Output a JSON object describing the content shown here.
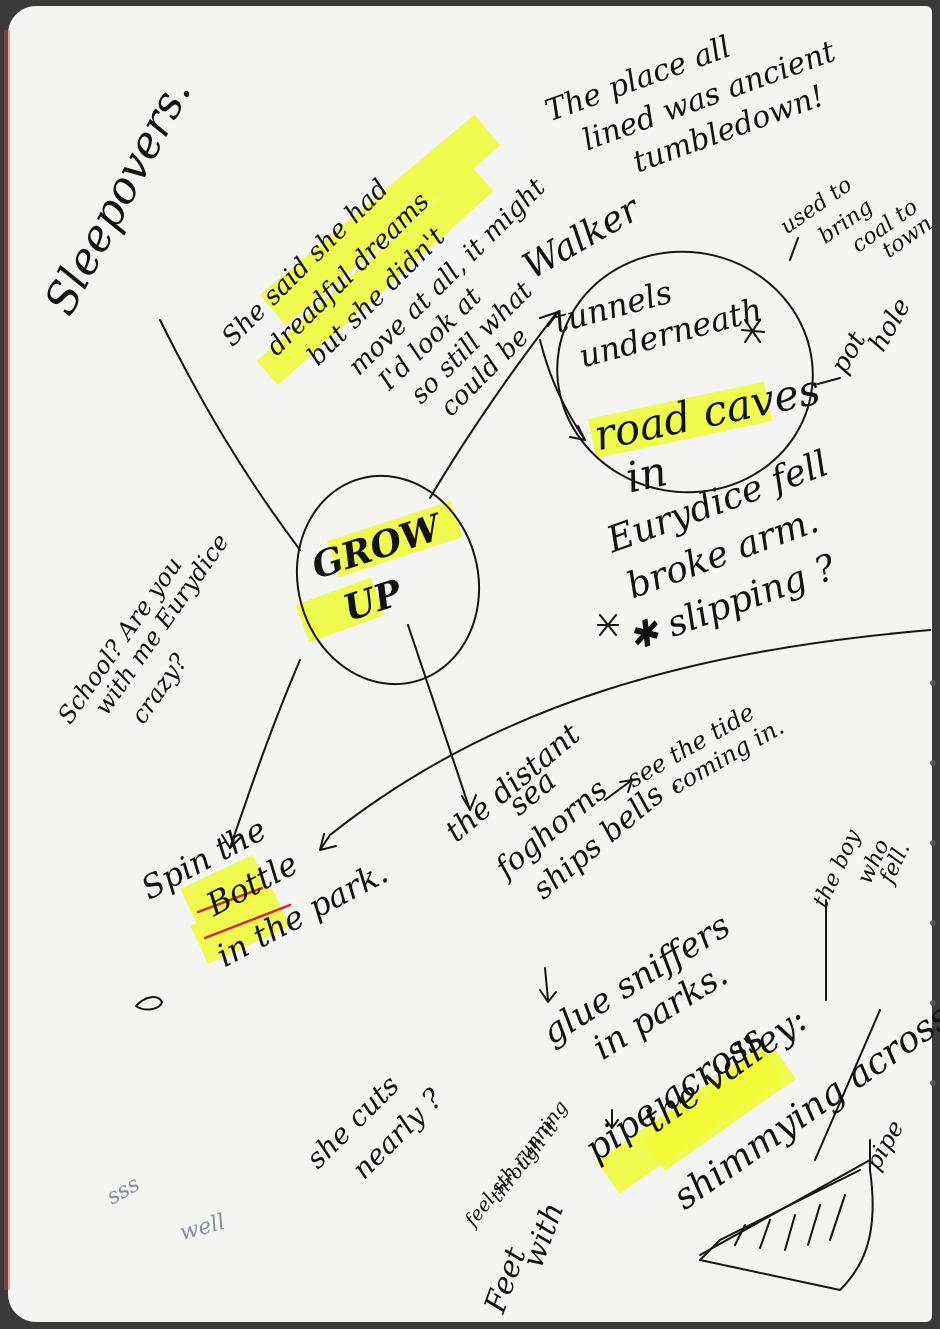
{
  "notes": {
    "sleepovers": "Sleepovers.",
    "dreams": [
      "She said she had",
      "dreadful dreams",
      "but she didn't",
      "move at all, it might",
      "I'd look at",
      "so still what",
      "could be"
    ],
    "walker": "Walker",
    "place": [
      "The place all",
      "lined was ancient",
      "tumbledown!"
    ],
    "tunnels": [
      "tunnels",
      "underneath"
    ],
    "road_caves": [
      "road caves",
      "in"
    ],
    "used_to": [
      "used to",
      "bring",
      "coal to",
      "town"
    ],
    "pot_hole": [
      "pot",
      "hole"
    ],
    "eurydice": [
      "Eurydice fell",
      "broke arm.",
      "✱ slipping ?"
    ],
    "grow_up": [
      "GROW",
      "UP"
    ],
    "school": [
      "School? Are you",
      "with me Eurydice",
      "crazy?"
    ],
    "spin": [
      "Spin the",
      "Bottle",
      "in the park."
    ],
    "distant": [
      "the distant",
      "sea",
      "foghorns",
      "ships bells ."
    ],
    "see_tide": [
      "see the tide",
      "coming in."
    ],
    "the_boy": [
      "the boy",
      "who",
      "fell."
    ],
    "glue": [
      "glue sniffers",
      "in parks."
    ],
    "she_cuts": [
      "she cuts",
      "nearly ?"
    ],
    "feel": [
      "feel sth running",
      "through it"
    ],
    "pipe": [
      "pipe across",
      "the valley:",
      "shimmying across"
    ],
    "pipe_label": "pipe",
    "faint": [
      "sss",
      "well"
    ],
    "bottom_left": [
      "Feet",
      "with"
    ]
  },
  "colors": {
    "highlighter": "#eefb33",
    "ink": "#121212",
    "red_ink": "#d9262c",
    "paper": "#f4f4f2"
  }
}
